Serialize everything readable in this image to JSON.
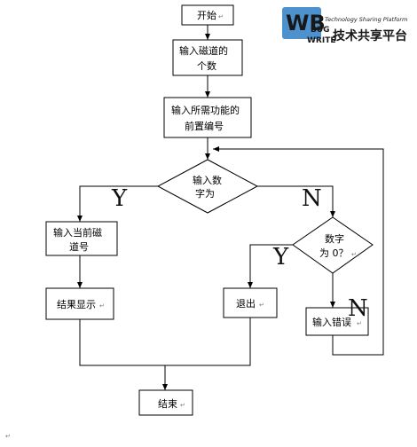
{
  "flowchart": {
    "start": {
      "label": "开始",
      "mark": "↵"
    },
    "input_count": {
      "lines": [
        "输入磁道的",
        "个数"
      ]
    },
    "input_prefix": {
      "lines": [
        "输入所需功能的",
        "前置编号"
      ]
    },
    "decision_input": {
      "lines": [
        "输入数",
        "字为"
      ]
    },
    "input_current": {
      "lines": [
        "输入当前磁",
        "道号"
      ]
    },
    "decision_zero": {
      "lines": [
        "数字",
        "为 0？"
      ],
      "mark": "↵"
    },
    "result": {
      "label": "结果显示",
      "mark": "↵"
    },
    "exit": {
      "label": "退出",
      "mark": "↵"
    },
    "input_error": {
      "label": "输入错误",
      "mark": "↵"
    },
    "end": {
      "label": "结束",
      "mark": "↵"
    },
    "branch_labels": {
      "yes": "Y",
      "no": "N"
    },
    "corner_mark": "↵"
  },
  "watermark": {
    "logo_letters": "WB",
    "logo_sub1": "BUG",
    "logo_sub2": "WRITE",
    "tagline": "Technology Sharing Platform",
    "name": "技术共享平台"
  },
  "colors": {
    "logo_blue": "#3a86c8",
    "logo_dark": "#1f5fa3",
    "tagline_gray": "#666666"
  }
}
